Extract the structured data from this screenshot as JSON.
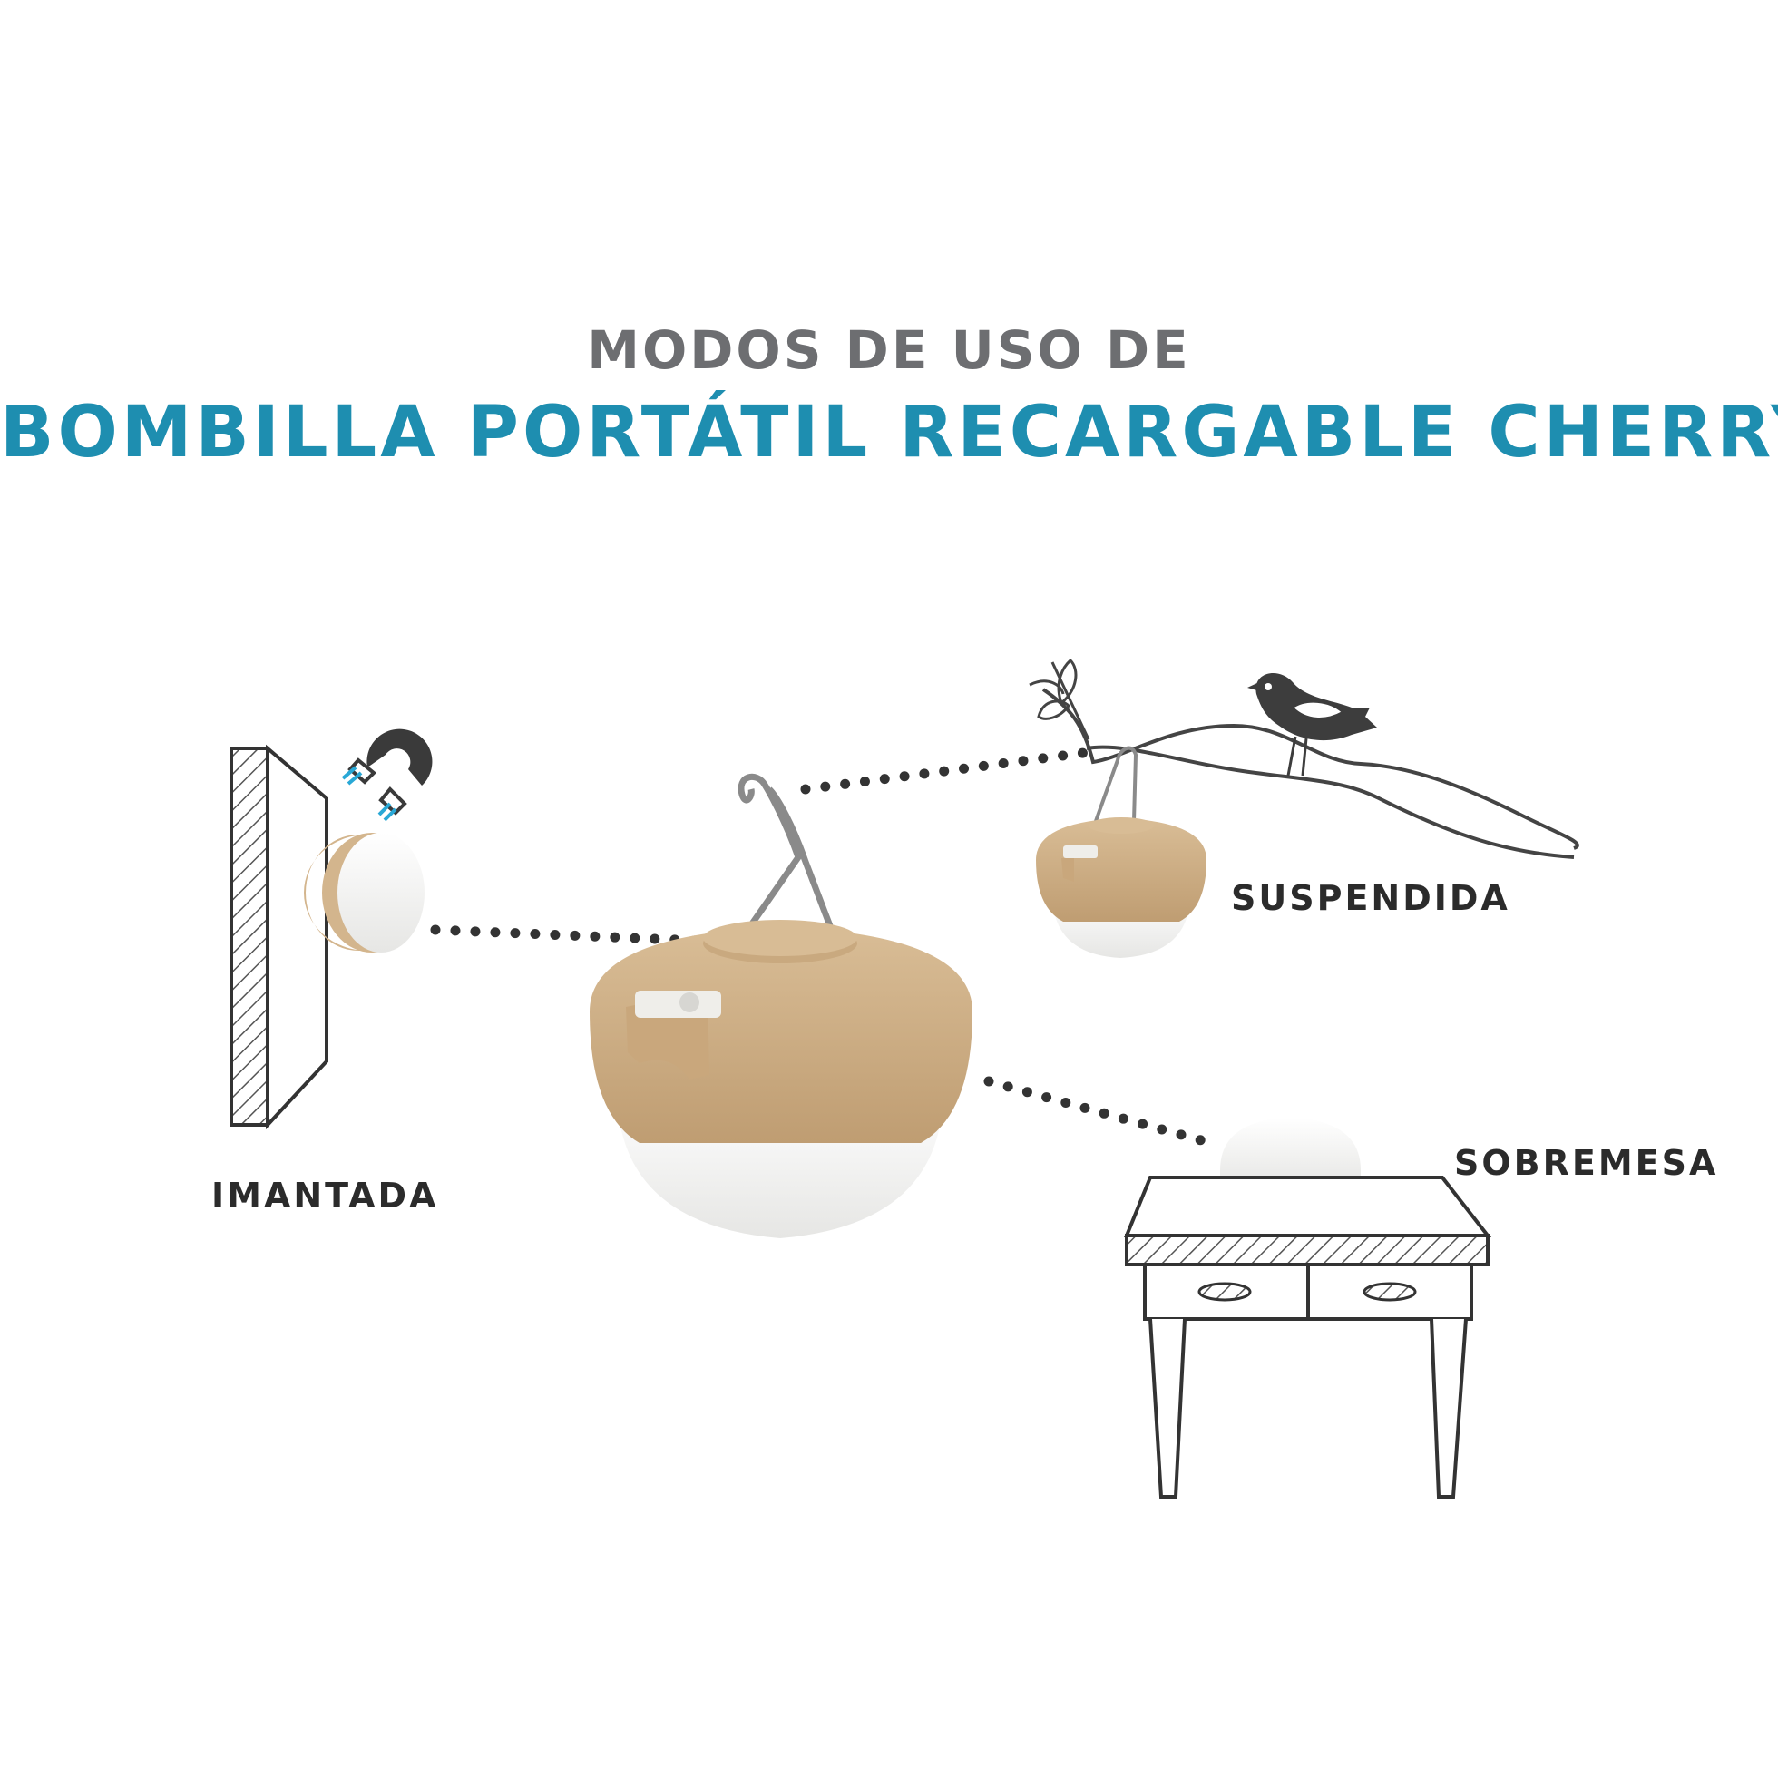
{
  "header": {
    "subtitle": "MODOS DE USO DE",
    "title": "BOMBILLA PORTÁTIL RECARGABLE CHERRY"
  },
  "modes": {
    "magnetic": {
      "label": "IMANTADA",
      "icon": "magnet-icon"
    },
    "hanging": {
      "label": "SUSPENDIDA",
      "icon": "branch-with-bird"
    },
    "tabletop": {
      "label": "SOBREMESA",
      "icon": "table-icon"
    }
  },
  "colors": {
    "subtitle": "#6d6e71",
    "title": "#1e8eb0",
    "lamp_body": "#c9aa82",
    "lamp_diffuser": "#f3f3f1",
    "magnet_accent": "#29a8d6"
  }
}
